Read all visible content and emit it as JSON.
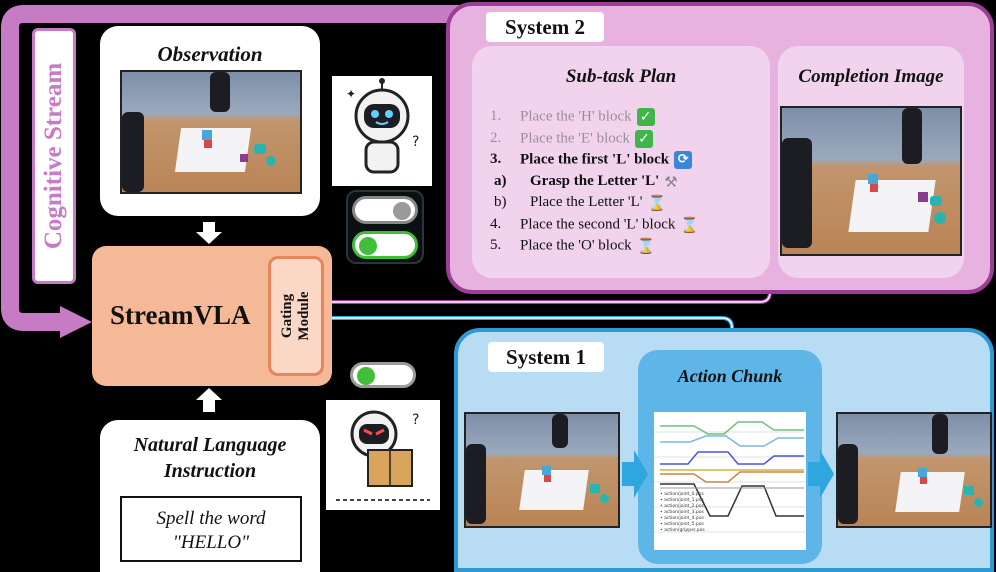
{
  "labels": {
    "cognitive_stream": "Cognitive Stream",
    "observation": "Observation",
    "streamvla": "StreamVLA",
    "gating_line1": "Gating",
    "gating_line2": "Module",
    "natural_language_line1": "Natural Language",
    "natural_language_line2": "Instruction",
    "instruction_line1": "Spell the word",
    "instruction_line2": "\"HELLO\"",
    "system2": "System 2",
    "subtask_plan": "Sub-task Plan",
    "completion_image": "Completion Image",
    "system1": "System 1",
    "action_chunk": "Action Chunk"
  },
  "plan": [
    {
      "num": "1.",
      "text": "Place the 'H' block",
      "status": "done"
    },
    {
      "num": "2.",
      "text": "Place the 'E' block",
      "status": "done"
    },
    {
      "num": "3.",
      "text": "Place the first 'L' block",
      "status": "active"
    },
    {
      "num": "a)",
      "text": "Grasp the Letter 'L'",
      "status": "active-sub"
    },
    {
      "num": "b)",
      "text": "Place the Letter 'L'",
      "status": "pending-sub"
    },
    {
      "num": "4.",
      "text": "Place the second 'L' block",
      "status": "pending"
    },
    {
      "num": "5.",
      "text": "Place the 'O' block",
      "status": "pending"
    }
  ],
  "icons": {
    "done": "check-icon",
    "active": "refresh-icon",
    "active_sub": "hammer-icon",
    "pending": "hourglass-icon"
  },
  "colors": {
    "system2_fill": "#e7b2e0",
    "system2_border": "#9c3d96",
    "system1_fill": "#b7dcf3",
    "system1_border": "#2d9ad6",
    "streamvla_fill": "#f6b997",
    "cognitive_arrow": "#c77bc5",
    "action_arrow": "#2fa6e0",
    "toggle_on": "#3fbf3a"
  },
  "chart_legend": [
    "action/joint_0.pos",
    "action/joint_1.pos",
    "action/joint_2.pos",
    "action/joint_3.pos",
    "action/joint_4.pos",
    "action/joint_5.pos",
    "action/gripper.pos"
  ]
}
